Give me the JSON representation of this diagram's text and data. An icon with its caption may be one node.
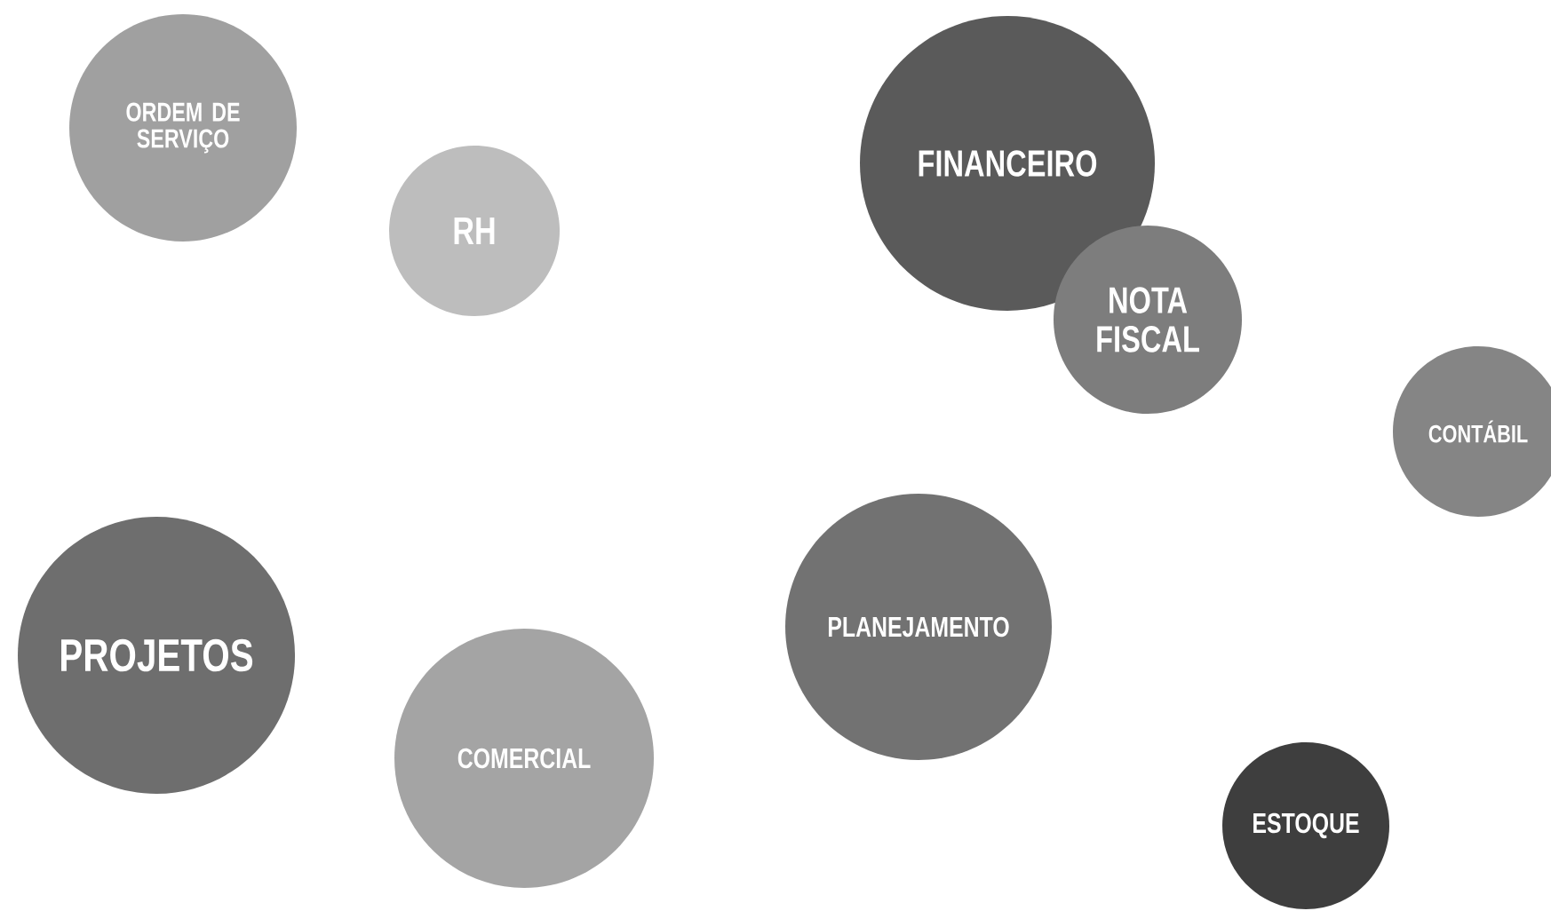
{
  "diagram": {
    "nodes": [
      {
        "text": [
          "ORDEM DE SERVIÇO"
        ]
      },
      {
        "text": [
          "FINANCEIRO"
        ]
      },
      {
        "text": [
          "RH"
        ]
      },
      {
        "text": [
          "NOTA FISCAL"
        ]
      },
      {
        "text": [
          "CONTÁBIL"
        ]
      },
      {
        "text": [
          "PLANEJAMENTO"
        ]
      },
      {
        "text": [
          "PROJETOS"
        ]
      },
      {
        "text": [
          "COMERCIAL"
        ]
      },
      {
        "text": [
          "ESTOQUE"
        ]
      }
    ]
  }
}
